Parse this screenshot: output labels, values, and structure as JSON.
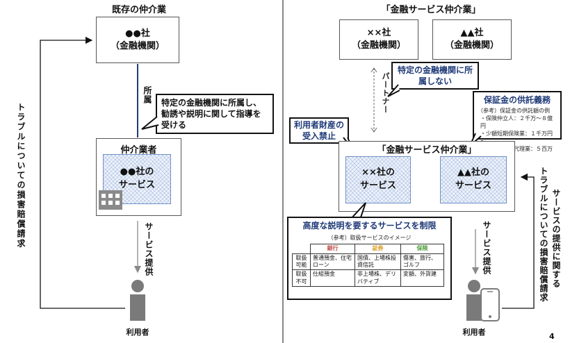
{
  "left": {
    "title": "既存の仲介業",
    "institution": {
      "line1": "●●社",
      "line2": "（金融機関）"
    },
    "affiliation_label": "所属",
    "callout": "特定の金融機関に所属し、勧誘や説明に関して指導を受ける",
    "broker_title": "仲介業者",
    "service": {
      "line1": "●●社の",
      "line2": "サービス"
    },
    "service_provision": "サービス提供",
    "trouble_label": "トラブルについての損害賠償請求",
    "user_label": "利用者"
  },
  "right": {
    "title": "「金融サービス仲介業」",
    "institution_x": {
      "line1": "××社",
      "line2": "（金融機関）"
    },
    "institution_tri": {
      "line1": "▲▲社",
      "line2": "（金融機関）"
    },
    "partner_label": "パートナー",
    "callout_partner": "特定の金融機関に所属しない",
    "guarantee": {
      "title": "保証金の供託義務",
      "note": "（参考）保証金の供託額の例",
      "items": [
        "・保険仲立人：２千万～８億円",
        "・少額短期保険業：１千万円～",
        "・投資助言・代理業：５百万円"
      ]
    },
    "asset_callout": "利用者財産の受入禁止",
    "broker_title": "「金融サービス仲介業」",
    "service_x": {
      "line1": "××社の",
      "line2": "サービス"
    },
    "service_tri": {
      "line1": "▲▲社の",
      "line2": "サービス"
    },
    "restrict": {
      "title": "高度な説明を要するサービスを制限",
      "note": "（参考）取扱サービスのイメージ",
      "headers": [
        "銀行",
        "証券",
        "保険"
      ],
      "rows": [
        {
          "label": "取扱可能",
          "cells": [
            "普通預金、住宅ローン",
            "国債、上場株投資信託",
            "傷害、旅行、ゴルフ"
          ]
        },
        {
          "label": "取扱不可",
          "cells": [
            "仕組預金",
            "非上場株、デリバティブ",
            "変額、外貨建"
          ]
        }
      ]
    },
    "service_provision": "サービス提供",
    "trouble_label_a": "トラブルについての損害賠償請求",
    "trouble_label_b": "サービスの提供に関する",
    "user_label": "利用者"
  },
  "page_number": "4",
  "colors": {
    "accent": "#1f3a78",
    "bank": "#c0504d",
    "securities": "#d99a1e",
    "insurance": "#4f9a3a",
    "arrow": "#8a8a8a"
  }
}
